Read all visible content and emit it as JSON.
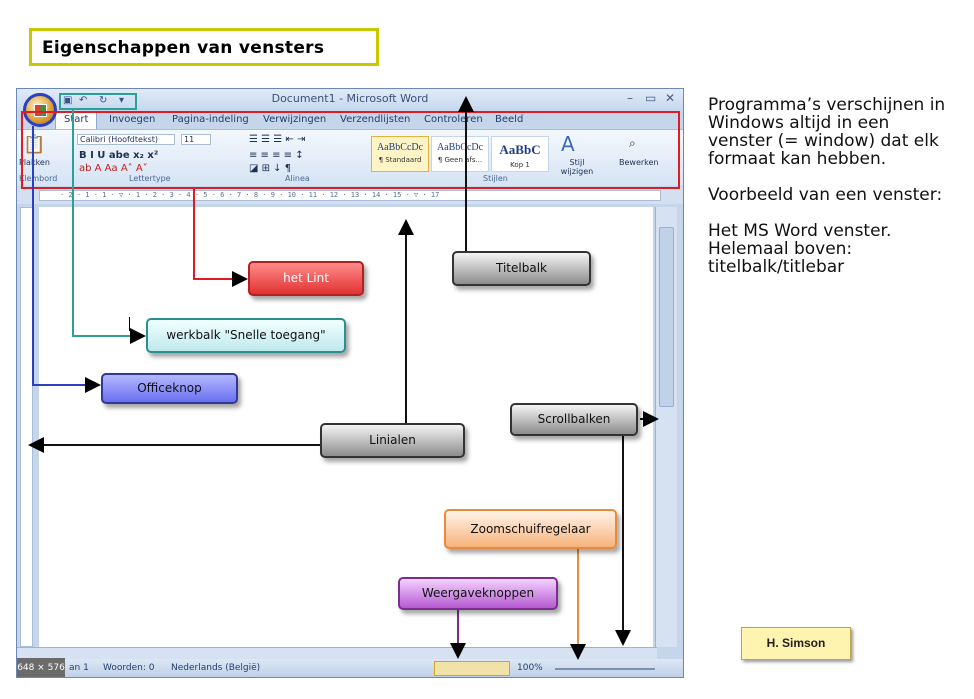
{
  "slide": {
    "title": "Eigenschappen van vensters",
    "description": [
      "Programma’s verschijnen in Windows altijd in een venster (= window) dat  elk formaat kan hebben.",
      "Voorbeeld van een venster:",
      "Het MS Word venster. Helemaal boven: titelbalk/titlebar"
    ],
    "author": "H. Simson"
  },
  "window": {
    "title": "Document1 - Microsoft Word",
    "tabs": [
      "Start",
      "Invoegen",
      "Pagina-indeling",
      "Verwijzingen",
      "Verzendlijsten",
      "Controleren",
      "Beeld"
    ],
    "ribbon": {
      "paste_label": "Plakken",
      "clipboard_group": "Klembord",
      "font_name": "Calibri (Hoofdtekst)",
      "font_size": "11",
      "font_group": "Lettertype",
      "paragraph_group": "Alinea",
      "styles": [
        {
          "preview": "AaBbCcDc",
          "name": "¶ Standaard"
        },
        {
          "preview": "AaBbCcDc",
          "name": "¶ Geen afs..."
        },
        {
          "preview": "AaBbC",
          "name": "Kop 1"
        }
      ],
      "change_style": "Stijl wijzigen",
      "styles_group": "Stijlen",
      "edit_label": "Bewerken"
    },
    "status": {
      "dimensions": "648 × 576",
      "page": "an 1",
      "words": "Woorden: 0",
      "language": "Nederlands (België)",
      "zoom": "100%"
    }
  },
  "callouts": {
    "lint": "het Lint",
    "qat": "werkbalk \"Snelle toegang\"",
    "office": "Officeknop",
    "titelbalk": "Titelbalk",
    "linialen": "Linialen",
    "scroll": "Scrollbalken",
    "zoom": "Zoomschuifregelaar",
    "weergave": "Weergaveknoppen"
  },
  "colors": {
    "title_border": "#c8c800",
    "ribbon_highlight": "#e01b24",
    "office_highlight": "#2b3fbf",
    "qat_highlight": "#2aa198"
  }
}
